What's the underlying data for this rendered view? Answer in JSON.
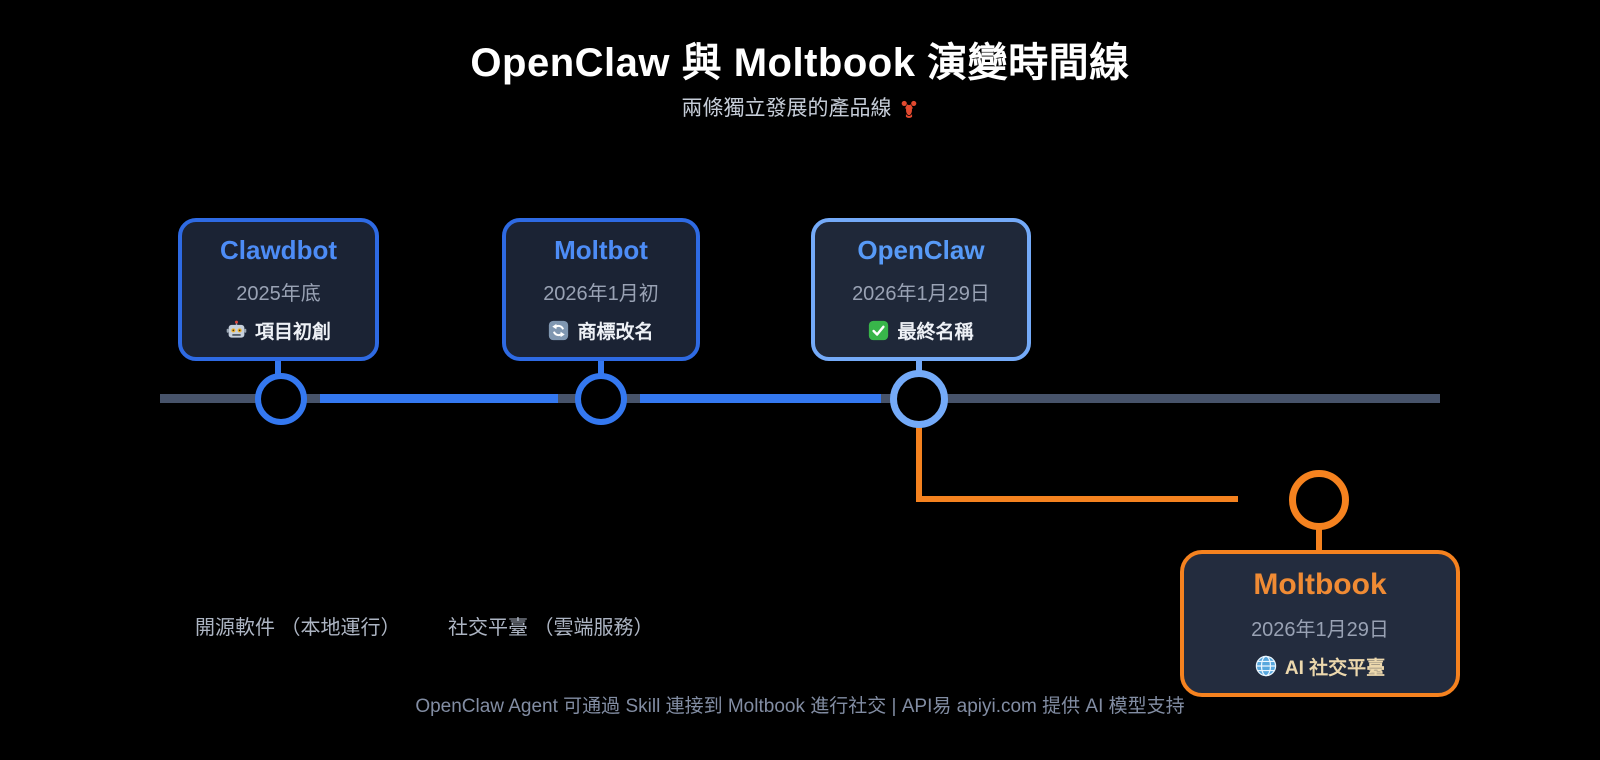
{
  "header": {
    "title": "OpenClaw 與 Moltbook 演變時間線",
    "subtitle": "兩條獨立發展的產品線",
    "subtitle_icon": "lobster-icon",
    "subtitle_icon_char": "🦞"
  },
  "events": [
    {
      "name": "Clawdbot",
      "date": "2025年底",
      "badge_icon": "robot-icon",
      "badge_icon_char": "🤖",
      "badge": "項目初創"
    },
    {
      "name": "Moltbot",
      "date": "2026年1月初",
      "badge_icon": "refresh-icon",
      "badge_icon_char": "🔄",
      "badge": "商標改名"
    },
    {
      "name": "OpenClaw",
      "date": "2026年1月29日",
      "badge_icon": "check-icon",
      "badge_icon_char": "✅",
      "badge": "最終名稱"
    },
    {
      "name": "Moltbook",
      "date": "2026年1月29日",
      "badge_icon": "globe-icon",
      "badge_icon_char": "🌐",
      "badge": "AI 社交平臺"
    }
  ],
  "categories": [
    {
      "label": "開源軟件 （本地運行）"
    },
    {
      "label": "社交平臺 （雲端服務）"
    }
  ],
  "footer": {
    "text": "OpenClaw Agent 可通過 Skill 連接到 Moltbook 進行社交 | API易 apiyi.com 提供 AI 模型支持"
  },
  "colors": {
    "background": "#000000",
    "timeline_gray": "#47536a",
    "blue": "#3478f0",
    "blue_border": "#2e6ae3",
    "light_blue": "#74aaf8",
    "orange": "#f5821f",
    "title_blue": "#4d8cf6",
    "title_orange": "#f08b34",
    "card_bg": "#1b2334"
  }
}
